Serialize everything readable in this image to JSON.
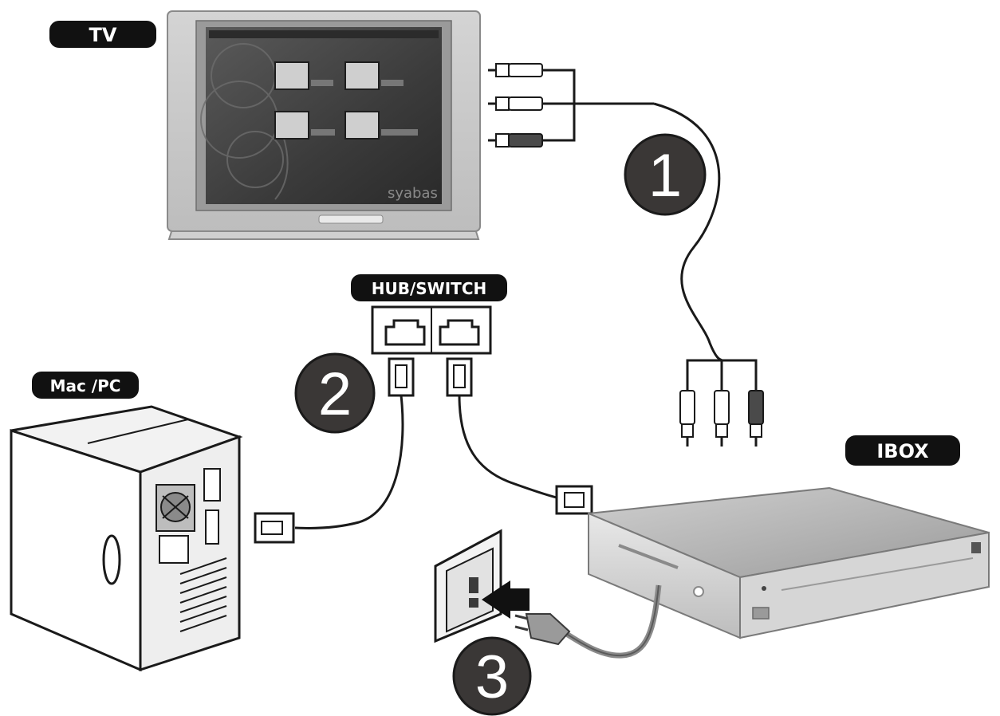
{
  "labels": {
    "tv": "TV",
    "hub_switch": "HUB/SWITCH",
    "mac_pc": "Mac /PC",
    "ibox": "IBOX"
  },
  "steps": {
    "one": "1",
    "two": "2",
    "three": "3"
  },
  "tv_screen": {
    "brand": "syabas"
  },
  "colors": {
    "tag_bg": "#111111",
    "step_bg": "#3a3736",
    "line": "#1a1a1a",
    "device_light": "#d9d9d9",
    "device_mid": "#a9a9a9",
    "device_dark": "#5a5a5a",
    "screen": "#3e3e3e"
  }
}
